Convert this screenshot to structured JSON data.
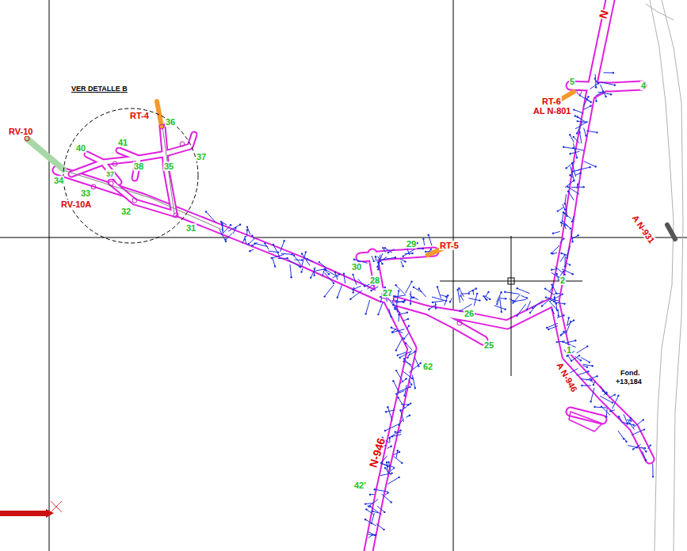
{
  "diagram": {
    "nodes": [
      {
        "text": [
          "VER DETALLE B"
        ]
      }
    ],
    "labels": [
      "RV-10",
      "RT-4",
      "36",
      "41",
      "40",
      "38",
      "37",
      "35",
      "37",
      "34",
      "33",
      "RV-10A",
      "32",
      "31",
      "30",
      "28",
      "29",
      "RT-5",
      "27",
      "26",
      "25",
      "62",
      "N-946",
      "42'",
      "N",
      "5",
      "4",
      "RT-6",
      "AL N-801",
      "A N-931",
      "2",
      "1",
      "A N-946",
      "Fond.",
      "+13,184"
    ]
  }
}
